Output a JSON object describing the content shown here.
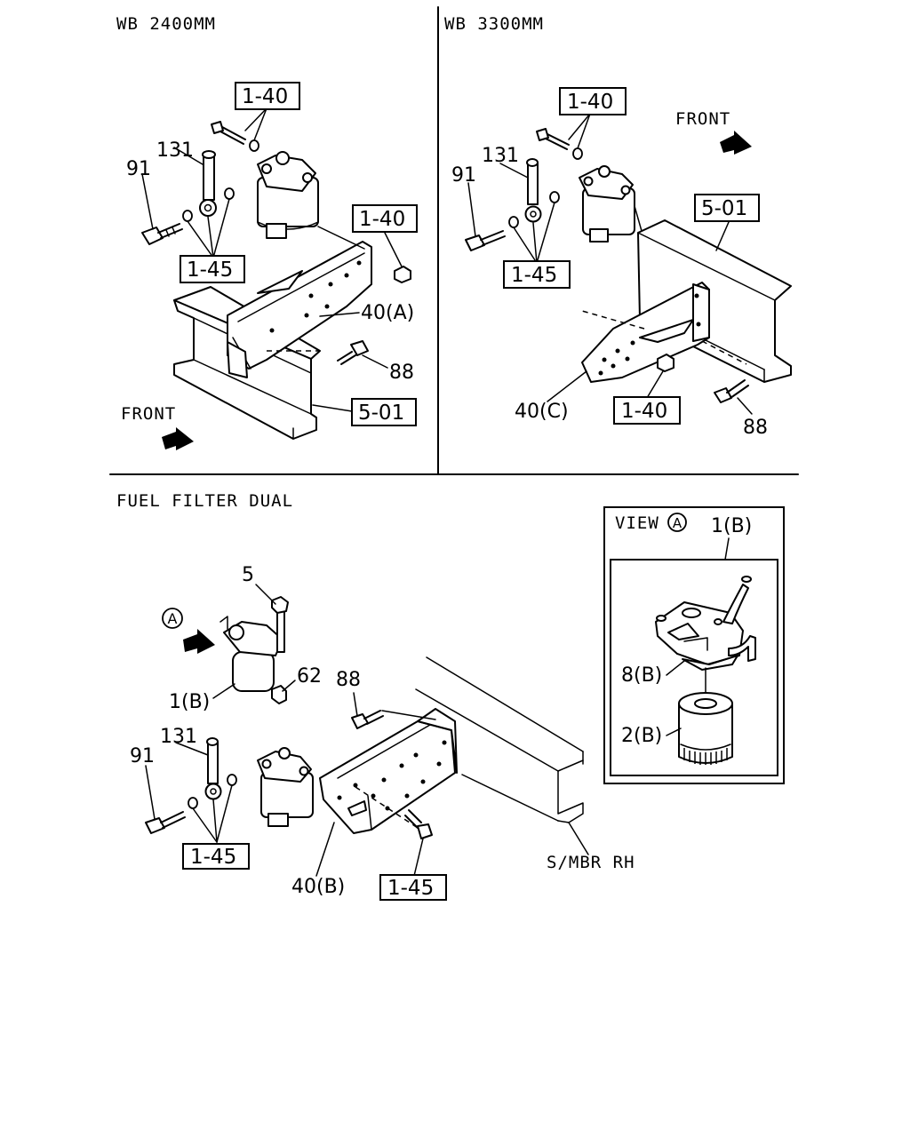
{
  "sections": {
    "top_left_title": "WB 2400MM",
    "top_right_title": "WB 3300MM",
    "bottom_title": "FUEL FILTER DUAL",
    "view_title": "VIEW",
    "view_marker": "A",
    "front_label": "FRONT"
  },
  "callouts": {
    "c_1_40": "1-40",
    "c_1_45": "1-45",
    "c_5_01": "5-01",
    "n_131": "131",
    "n_91": "91",
    "n_88": "88",
    "n_5": "5",
    "n_62": "62",
    "n_40A": "40(A)",
    "n_40B": "40(B)",
    "n_40C": "40(C)",
    "n_1B": "1(B)",
    "n_8B": "8(B)",
    "n_2B": "2(B)",
    "marker_A": "A",
    "smbr": "S/MBR RH"
  },
  "icons": [
    "front-arrow-icon",
    "fuel-filter-icon",
    "bracket-icon",
    "frame-rail-icon",
    "bolt-icon",
    "washer-icon",
    "eye-bolt-icon",
    "nut-icon",
    "filter-cartridge-icon",
    "filter-head-icon"
  ]
}
